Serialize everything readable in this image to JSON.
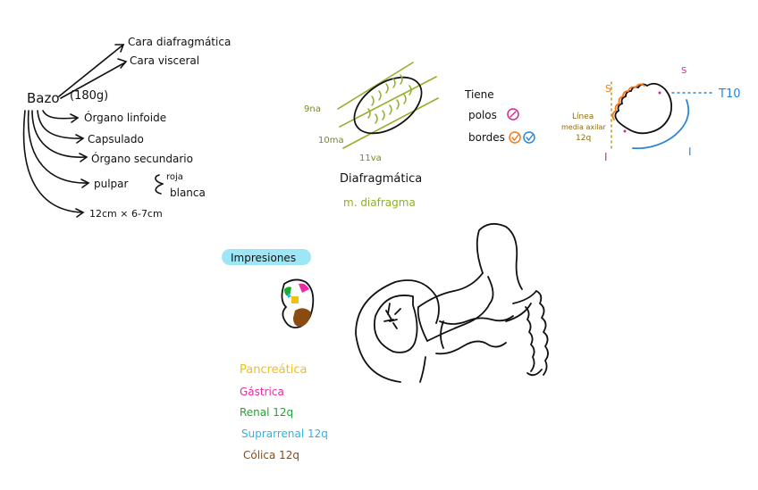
{
  "tree": {
    "root": "Bazo",
    "root_weight": "(180g)",
    "top_branches": [
      "Cara diafragmática",
      "Cara visceral"
    ],
    "branches": [
      "Órgano linfoide",
      "Capsulado",
      "Órgano secundario",
      "pulpar",
      "12cm × 6-7cm"
    ],
    "pulpar_children": [
      "roja",
      "blanca"
    ]
  },
  "ribs_diagram": {
    "labels": [
      "9na",
      "10ma",
      "11va"
    ],
    "caption": "Diafragmática",
    "subcaption": "m. diafragma"
  },
  "tiene": {
    "heading": "Tiene",
    "items": [
      "polos",
      "bordes"
    ]
  },
  "spleen_borders": {
    "s_top": "S",
    "s_right": "S",
    "t_label": "T10",
    "line_label": [
      "Línea",
      "media axilar",
      "12q"
    ],
    "i_left": "I",
    "i_right": "I"
  },
  "impresiones": {
    "badge": "Impresiones",
    "items": [
      {
        "label": "Pancreática",
        "color": "#f2c011"
      },
      {
        "label": "Gástrica",
        "color": "#ec2aa4"
      },
      {
        "label": "Renal 12q",
        "color": "#1aaa2c"
      },
      {
        "label": "Suprarrenal 12q",
        "color": "#29b6e8"
      },
      {
        "label": "Cólica 12q",
        "color": "#8a4b12"
      }
    ]
  },
  "colors": {
    "ink": "#111111",
    "olive": "#93b02a",
    "orange": "#f07a1a",
    "blue": "#2b86d6",
    "magenta": "#d6288f",
    "cyan_badge": "#9de6f6"
  }
}
